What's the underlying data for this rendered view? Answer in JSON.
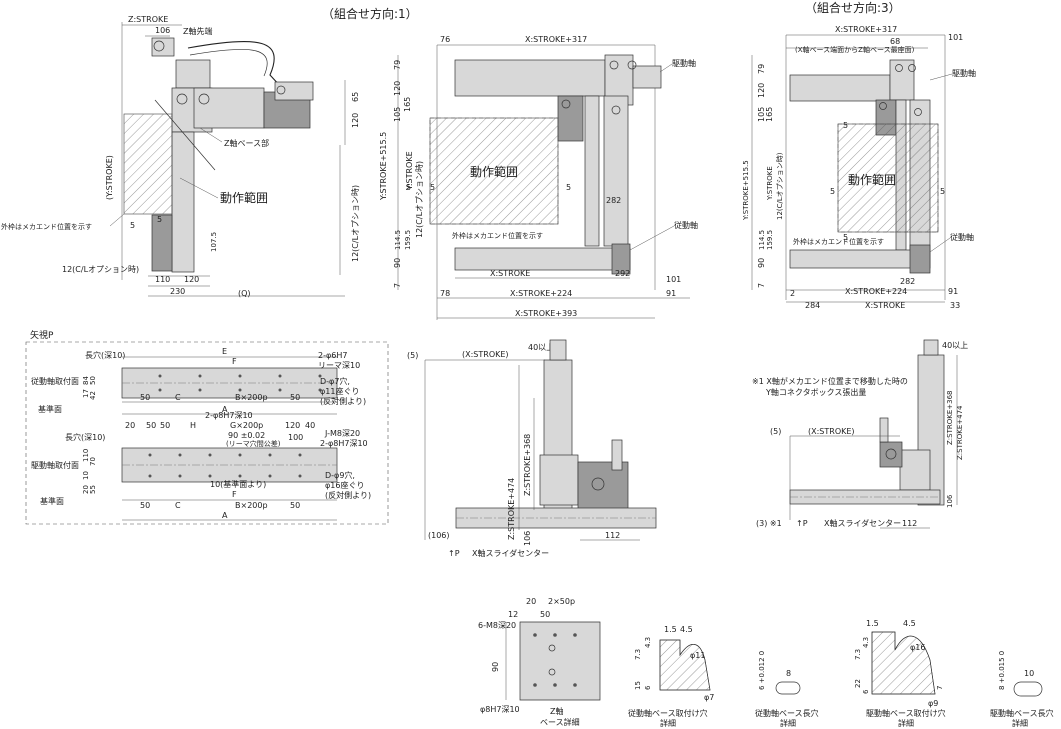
{
  "headers": {
    "view1": "（組合せ方向:1）",
    "view3": "（組合せ方向:3）",
    "arrow_view": "矢視P"
  },
  "labels": {
    "z_stroke": "Z:STROKE",
    "z_tip": "Z軸先端",
    "z_base": "Z軸ベース部",
    "motion_range": "動作範囲",
    "mech_end": "外枠はメカエンド位置を示す",
    "y_stroke_paren": "(Y:STROKE)",
    "cl_option_12": "12(C/Lオプション時)",
    "drive_shaft": "駆動軸",
    "driven_shaft": "従動軸",
    "y_stroke_515": "Y:STROKE+515.5",
    "y_stroke": "Y:STROKE",
    "x_stroke": "X:STROKE",
    "x_stroke_317": "X:STROKE+317",
    "x_stroke_224": "X:STROKE+224",
    "x_stroke_393": "X:STROKE+393",
    "x_base_note": "(X軸ベース端面からZ軸ベース最座面)",
    "q": "(Q)",
    "x_stroke_paren": "(X:STROKE)",
    "z_stroke_474": "Z:STROKE+474",
    "z_stroke_368": "Z:STROKE+368",
    "limit_40": "40以上",
    "x_slider_center": "X軸スライダセンター",
    "p_arrow": "↑P",
    "note1": "※1 X軸がメカエンド位置まで移動した時の",
    "note2": "Y軸コネクタボックス張出量",
    "note_mark": "(3) ※1",
    "long_hole_10": "長穴(深10)",
    "hole_6h7": "2-φ6H7",
    "ream_10": "リーマ深10",
    "d_phi7": "D-φ7穴,",
    "phi11": "φ11座ぐり",
    "opposite": "(反対側より)",
    "driven_mount": "従動軸取付面",
    "ref_face": "基準面",
    "hole_8h7": "2-φ8H7深10",
    "g200": "G×200p",
    "tol_90": "90 ±0.02",
    "ream_tol": "(リーマ穴間公差)",
    "j_m8": "J-M8深20",
    "hole_8h7b": "2-φ8H7深10",
    "drive_mount": "駆動軸取付面",
    "d_phi9": "D-φ9穴,",
    "phi16": "φ16座ぐり",
    "ref10": "10(基準面より)",
    "b200": "B×200p",
    "z_base_detail_1": "Z軸",
    "z_base_detail_2": "ベース詳細",
    "driven_base_mount_1": "従動軸ベース取付け穴",
    "driven_base_mount_2": "詳細",
    "driven_long_1": "従動軸ベース長穴",
    "driven_long_2": "詳細",
    "drive_base_mount_1": "駆動軸ベース取付け穴",
    "drive_base_mount_2": "詳細",
    "drive_long_1": "駆動軸ベース長穴",
    "drive_long_2": "詳細",
    "m8_20": "6-M8深20",
    "phi8h7": "φ8H7深10",
    "p50x2": "2×50p",
    "phi11b": "φ11",
    "phi7": "φ7",
    "phi16b": "φ16",
    "phi9": "φ9",
    "tol012": "6 +0.012 0",
    "tol015": "8 +0.015 0"
  },
  "dims": {
    "d106": "106",
    "d65": "65",
    "d120": "120",
    "d5": "5",
    "d107_5": "107.5",
    "d110": "110",
    "d230": "230",
    "d76": "76",
    "d79": "79",
    "d105": "105",
    "d165": "165",
    "d114_5": "114.5",
    "d159_5": "159.5",
    "d90": "90",
    "d7": "7",
    "d282": "282",
    "d292": "292",
    "d101": "101",
    "d78": "78",
    "d91": "91",
    "d68": "68",
    "d2": "2",
    "d284": "284",
    "d33": "33",
    "d112": "112",
    "d106p": "(106)",
    "d5p": "(5)",
    "d106b": "106",
    "e": "E",
    "f": "F",
    "a": "A",
    "c": "C",
    "h": "H",
    "d84": "84",
    "d50": "50",
    "d17": "17",
    "d42": "42",
    "d20": "20",
    "d110b": "110",
    "d70": "70",
    "d55": "55",
    "d40": "40",
    "d100": "100",
    "d12": "12",
    "d4_5": "4.5",
    "d1_5": "1.5",
    "d4_3": "4.3",
    "d7_3": "7.3",
    "d15": "15",
    "d8": "8",
    "d22": "22",
    "d9": "9",
    "d10": "10",
    "d6": "6"
  }
}
